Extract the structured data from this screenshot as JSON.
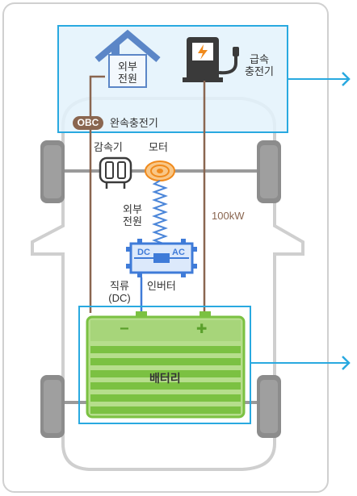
{
  "labels": {
    "external_power_house": "외부\n전원",
    "fast_charger": "급속\n충전기",
    "obc_badge": "OBC",
    "slow_charger": "완속충전기",
    "reducer": "감속기",
    "motor": "모터",
    "external_power_mid": "외부\n전원",
    "power_100kw": "100kW",
    "inverter_dc": "DC",
    "inverter_ac": "AC",
    "inverter": "인버터",
    "direct_current": "직류\n(DC)",
    "battery": "배터리",
    "minus": "−",
    "plus": "✚"
  },
  "colors": {
    "chassis": "#c9c9c9",
    "wheel": "#8c8c8c",
    "highlight_box": "#29a9e0",
    "charge_zone": "#e3f2fb",
    "battery_green": "#7bc142",
    "battery_green_dark": "#5aa02c",
    "inverter_blue": "#3f7bd8",
    "brown_wire": "#8a6650",
    "house": "#5b86c7",
    "charger": "#3a3a3a",
    "motor_orange": "#f08a1c"
  }
}
